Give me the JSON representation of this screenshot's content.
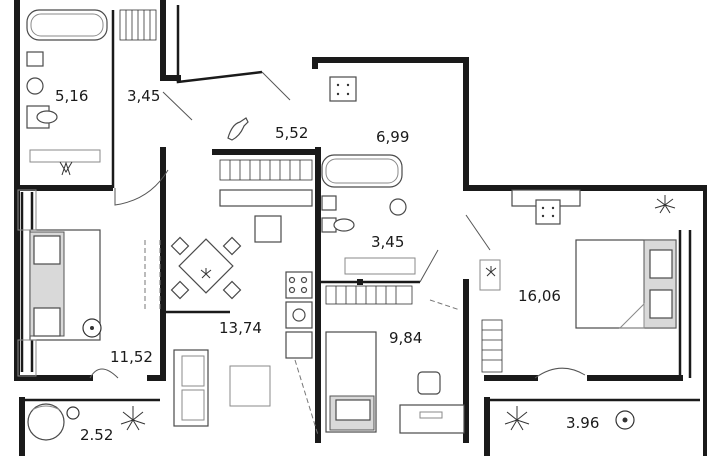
{
  "rooms": [
    {
      "id": "bathroom-1",
      "area": "5,16"
    },
    {
      "id": "closet-1",
      "area": "3,45"
    },
    {
      "id": "hallway",
      "area": "5,52"
    },
    {
      "id": "storage",
      "area": "6,99"
    },
    {
      "id": "bathroom-2",
      "area": "3,45"
    },
    {
      "id": "bedroom-1",
      "area": "16,06"
    },
    {
      "id": "kitchen-living",
      "area": "13,74"
    },
    {
      "id": "bedroom-2",
      "area": "9,84"
    },
    {
      "id": "bedroom-3",
      "area": "11,52"
    },
    {
      "id": "balcony-1",
      "area": "2.52"
    },
    {
      "id": "balcony-2",
      "area": "3.96"
    }
  ],
  "colors": {
    "wall": "#1a1a1a",
    "furniture": "#4a4a4a",
    "shade": "#d9d9d9"
  },
  "icons": [
    "bathtub-icon",
    "toilet-icon",
    "sink-icon",
    "washing-machine-icon",
    "stove-icon",
    "dining-table-icon",
    "sofa-icon",
    "bed-icon",
    "desk-icon",
    "chair-icon",
    "plant-icon",
    "armchair-icon",
    "wardrobe-icon",
    "cat-icon"
  ]
}
